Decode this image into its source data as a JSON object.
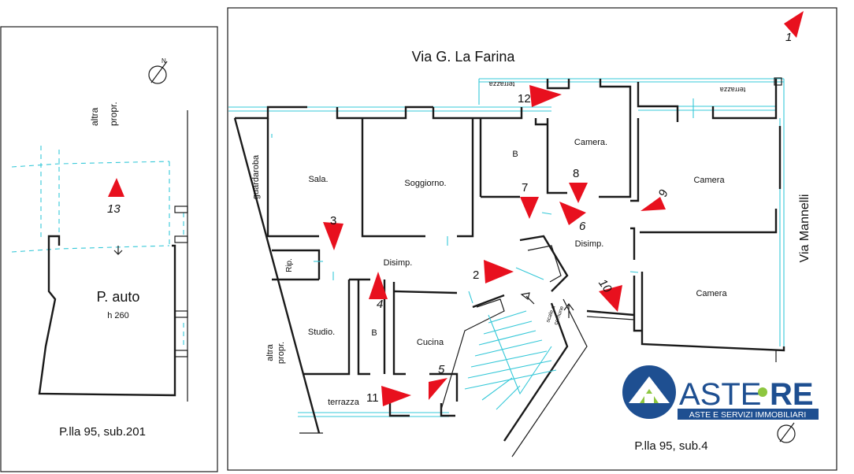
{
  "colors": {
    "wall": "#1a1a1a",
    "window": "#35c8d8",
    "marker": "#e8101e",
    "logo_dark": "#1e4f91",
    "logo_green": "#8dc63f"
  },
  "left_panel": {
    "altra_propr_1": "altra",
    "altra_propr_2": "propr.",
    "room_title": "P. auto",
    "room_height": "h 260",
    "parcel_label": "P.lla 95,  sub.201",
    "marker_13": "13"
  },
  "right_panel": {
    "street_top": "Via  G.   La Farina",
    "street_right": "Via  Mannelli",
    "parcel_label": "P.lla 95,  sub.4",
    "terrazza_top_left": "terrazza",
    "terrazza_top_right": "terrazza",
    "guardaroba": "guardaroba",
    "rooms": {
      "sala": "Sala.",
      "soggiorno": "Soggiorno.",
      "bagno_top": "B",
      "camera_top": "Camera.",
      "camera_right": "Camera",
      "camera_bottom": "Camera",
      "disimp_left": "Disimp.",
      "disimp_right": "Disimp.",
      "rip": "Rip.",
      "studio": "Studio.",
      "bagno_bottom": "B",
      "cucina": "Cucina",
      "terrazza_bottom": "terrazza",
      "scale_1": "scale a",
      "scale_2": "comune",
      "altra_1": "altra",
      "altra_2": "propr."
    },
    "markers": [
      "1",
      "2",
      "3",
      "4",
      "5",
      "6",
      "7",
      "8",
      "9",
      "10",
      "11",
      "12"
    ]
  },
  "logo": {
    "brand_left": "ASTE",
    "brand_right": "RE",
    "tagline": "ASTE E SERVIZI IMMOBILIARI"
  }
}
